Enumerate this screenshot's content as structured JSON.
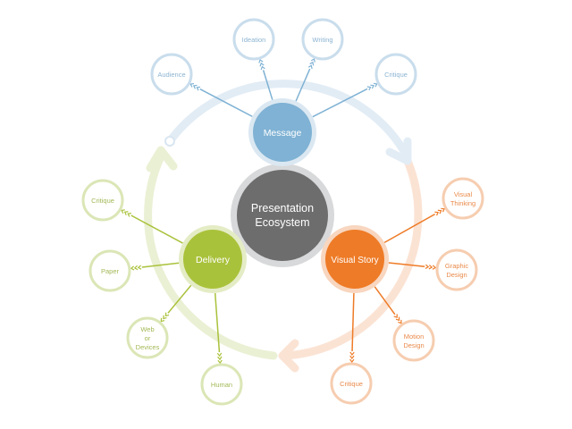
{
  "center": {
    "line1": "Presentation",
    "line2": "Ecosystem"
  },
  "colors": {
    "message": "#7fb2d4",
    "message_light": "#c9ddec",
    "message_text": "#8cb4d2",
    "visual_story": "#ee7b27",
    "visual_story_light": "#f6cdb0",
    "visual_story_text": "#e98a4a",
    "delivery": "#a9c23b",
    "delivery_light": "#dbe6b6",
    "delivery_text": "#a2b855",
    "center": "#6d6d6e",
    "center_ring": "#d8d9da"
  },
  "hubs": {
    "message": {
      "label": "Message",
      "satellites": [
        {
          "lines": [
            "Audience"
          ]
        },
        {
          "lines": [
            "Ideation"
          ]
        },
        {
          "lines": [
            "Writing"
          ]
        },
        {
          "lines": [
            "Critique"
          ]
        }
      ]
    },
    "visual_story": {
      "label": "Visual Story",
      "satellites": [
        {
          "lines": [
            "Visual",
            "Thinking"
          ]
        },
        {
          "lines": [
            "Graphic",
            "Design"
          ]
        },
        {
          "lines": [
            "Motion",
            "Design"
          ]
        },
        {
          "lines": [
            "Critique"
          ]
        }
      ]
    },
    "delivery": {
      "label": "Delivery",
      "satellites": [
        {
          "lines": [
            "Critique"
          ]
        },
        {
          "lines": [
            "Paper"
          ]
        },
        {
          "lines": [
            "Web",
            "or",
            "Devices"
          ]
        },
        {
          "lines": [
            "Human"
          ]
        }
      ]
    }
  }
}
